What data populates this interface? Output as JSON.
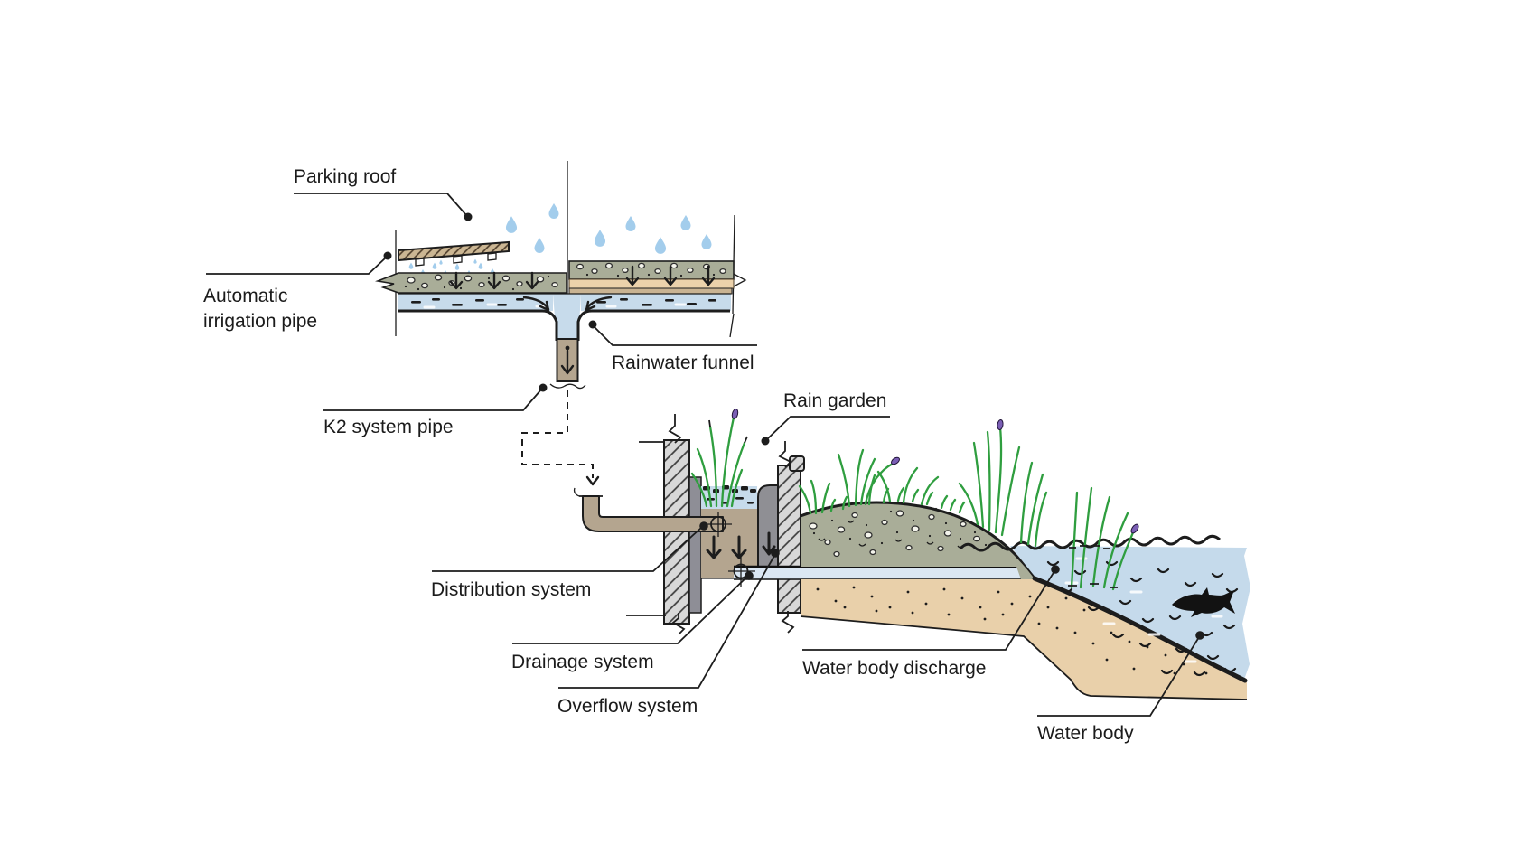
{
  "labels": {
    "parking_roof": {
      "text": "Parking roof"
    },
    "automatic_irrigation_pipe": {
      "line1": "Automatic",
      "line2": "irrigation pipe"
    },
    "rainwater_funnel": {
      "text": "Rainwater funnel"
    },
    "k2_system_pipe": {
      "text": "K2 system pipe"
    },
    "rain_garden": {
      "text": "Rain garden"
    },
    "distribution_system": {
      "text": "Distribution system"
    },
    "drainage_system": {
      "text": "Drainage system"
    },
    "overflow_system": {
      "text": "Overflow system"
    },
    "water_body_discharge": {
      "text": "Water body discharge"
    },
    "water_body": {
      "text": "Water body"
    }
  },
  "colors": {
    "outline": "#1d1d1d",
    "text": "#1b1b1b",
    "water": "#c7dbeb",
    "waterbody": "#c5daeb",
    "raindrop": "#a3cdec",
    "substrate": "#a9ad98",
    "soil": "#e9d0aa",
    "pipe": "#b4a58f",
    "wall": "#d8d8d8",
    "wallstrip": "#8e8e96",
    "overflow": "#8f8f94",
    "peach": "#ecd2ab",
    "peachdark": "#c9b392",
    "barhatch": "#cbb693",
    "grass": "#2f9e3f",
    "bud": "#7b5fb5",
    "drainpipe": "#dbe7f3"
  }
}
